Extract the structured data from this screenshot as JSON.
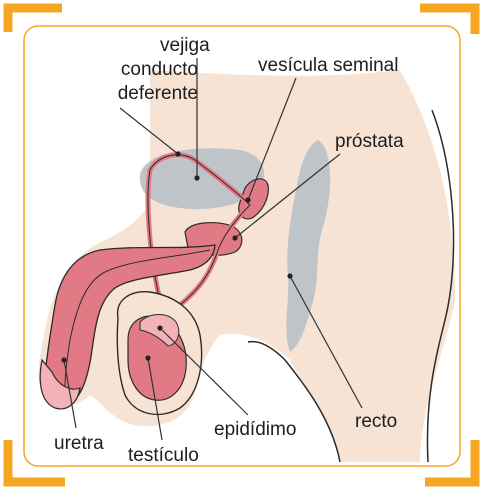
{
  "figure": {
    "labels": {
      "vejiga": "vejiga",
      "conducto_line1": "conducto",
      "conducto_line2": "deferente",
      "vesicula": "vesícula seminal",
      "prostata": "próstata",
      "recto": "recto",
      "epididimo": "epidídimo",
      "uretra": "uretra",
      "testiculo": "testículo"
    },
    "colors": {
      "frame_orange": "#f5a623",
      "skin": "#f6e3d4",
      "outline": "#2b2b2b",
      "organ_gray": "#bfc4c9",
      "organ_pink": "#e27a86",
      "organ_pink_light": "#f2b2b8",
      "leader_line": "#333333"
    }
  }
}
